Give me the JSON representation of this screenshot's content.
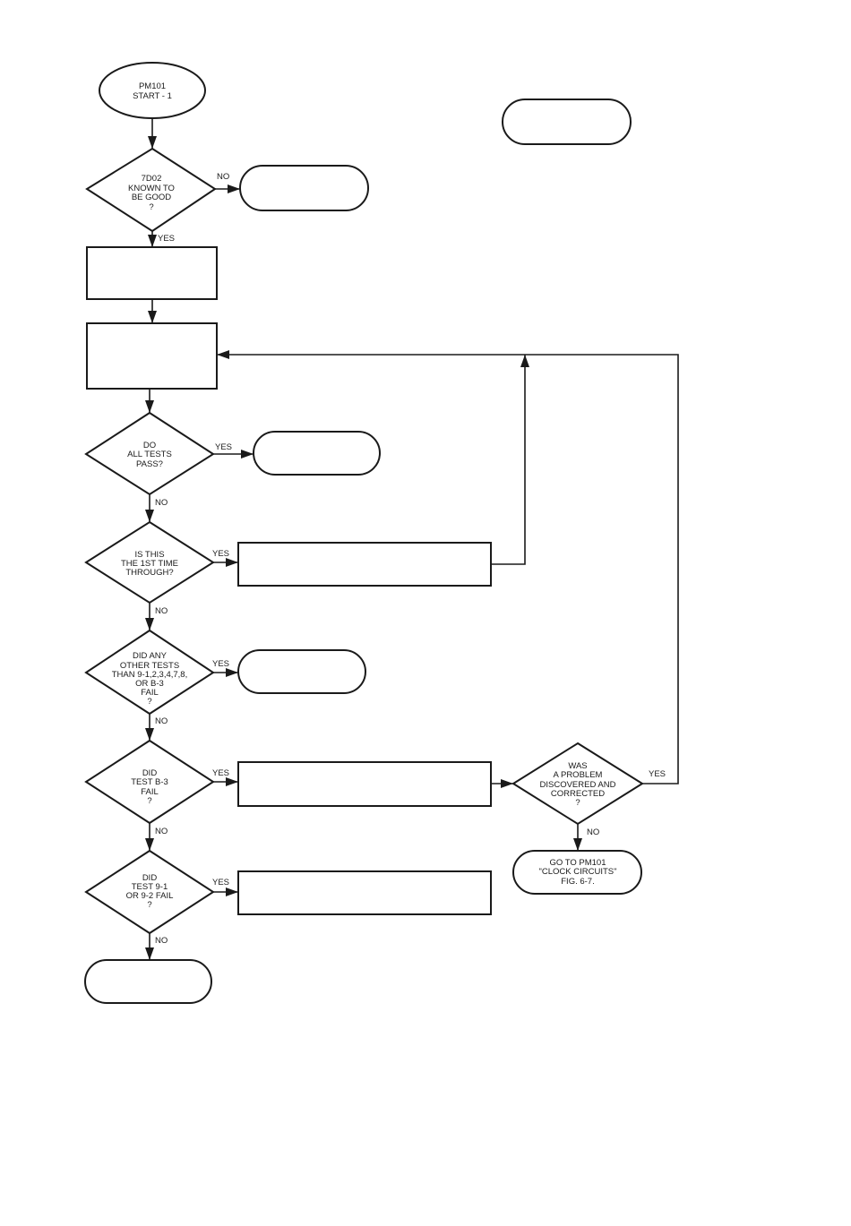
{
  "diagram": {
    "start": [
      "PM101",
      "START - 1"
    ],
    "decisions": {
      "known_good": [
        "7D02",
        "KNOWN TO",
        "BE GOOD",
        "?"
      ],
      "all_pass": [
        "DO",
        "ALL TESTS",
        "PASS?"
      ],
      "first_time": [
        "IS THIS",
        "THE 1ST TIME",
        "THROUGH?"
      ],
      "other_tests": [
        "DID ANY",
        "OTHER TESTS",
        "THAN 9-1,2,3,4,7,8,",
        "OR B-3",
        "FAIL",
        "?"
      ],
      "b3_fail": [
        "DID",
        "TEST B-3",
        "FAIL",
        "?"
      ],
      "t91_fail": [
        "DID",
        "TEST 9-1",
        "OR 9-2 FAIL",
        "?"
      ],
      "problem": [
        "WAS",
        "A PROBLEM",
        "DISCOVERED AND",
        "CORRECTED",
        "?"
      ]
    },
    "goto_clock": [
      "GO TO PM101",
      "\"CLOCK CIRCUITS\"",
      "FIG. 6-7."
    ],
    "labels": {
      "yes": "YES",
      "no": "NO"
    }
  }
}
